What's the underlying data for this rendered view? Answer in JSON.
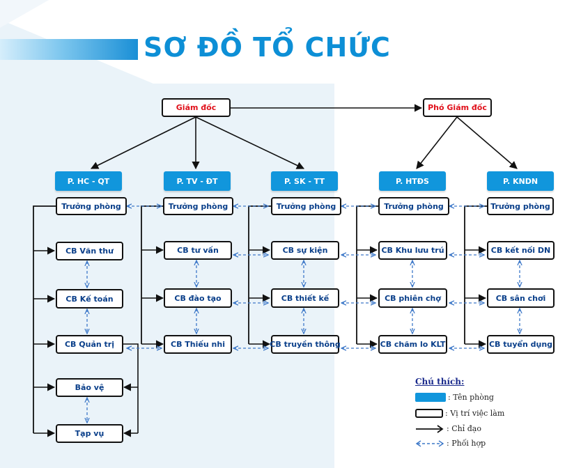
{
  "title": "SƠ ĐỒ TỔ CHỨC",
  "top": {
    "director": "Giám đốc",
    "deputy": "Phó Giám đốc"
  },
  "departments": [
    {
      "name": "P. HC - QT",
      "head": "Trưởng phòng",
      "staff": [
        "CB Văn thư",
        "CB Kế toán",
        "CB Quản trị",
        "Bảo vệ",
        "Tạp vụ"
      ]
    },
    {
      "name": "P. TV - ĐT",
      "head": "Trưởng phòng",
      "staff": [
        "CB tư vấn",
        "CB đào tạo",
        "CB Thiếu nhi"
      ]
    },
    {
      "name": "P. SK - TT",
      "head": "Trưởng phòng",
      "staff": [
        "CB sự kiện",
        "CB thiết kế",
        "CB truyền thông"
      ]
    },
    {
      "name": "P. HTĐS",
      "head": "Trưởng phòng",
      "staff": [
        "CB Khu lưu trú",
        "CB phiên chợ",
        "CB chăm lo KLT"
      ]
    },
    {
      "name": "P. KNDN",
      "head": "Trưởng phòng",
      "staff": [
        "CB kết nối DN",
        "CB sân chơi",
        "CB tuyển dụng"
      ]
    }
  ],
  "legend": {
    "title": "Chú thích:",
    "dept": ": Tên phòng",
    "position": ": Vị trí việc làm",
    "directs": ": Chỉ đạo",
    "coordinates": ": Phối hợp"
  },
  "colors": {
    "title": "#0d8fd6",
    "dept_fill": "#1196dc",
    "staff_text": "#0a3f8a",
    "leader_text": "#e0101a",
    "coordinate_line": "#3d78c8"
  }
}
